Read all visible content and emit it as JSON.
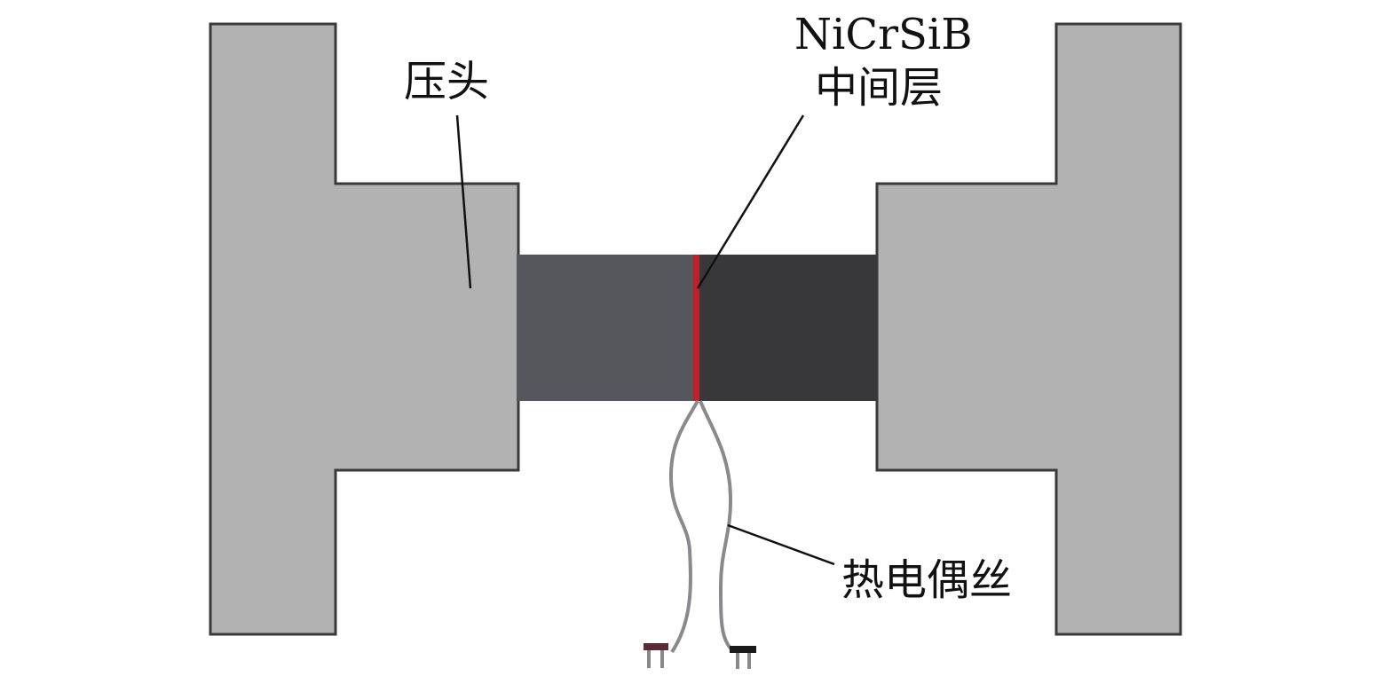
{
  "labels": {
    "indenter": "压头",
    "interlayer_material": "NiCrSiB",
    "interlayer": "中间层",
    "thermocouple_wire": "热电偶丝"
  },
  "colors": {
    "indenter_fill": "#b3b2b3",
    "left_specimen": "#55575c",
    "right_specimen": "#38383b",
    "interlayer": "#c0202a",
    "wire": "#8a8a8e"
  }
}
